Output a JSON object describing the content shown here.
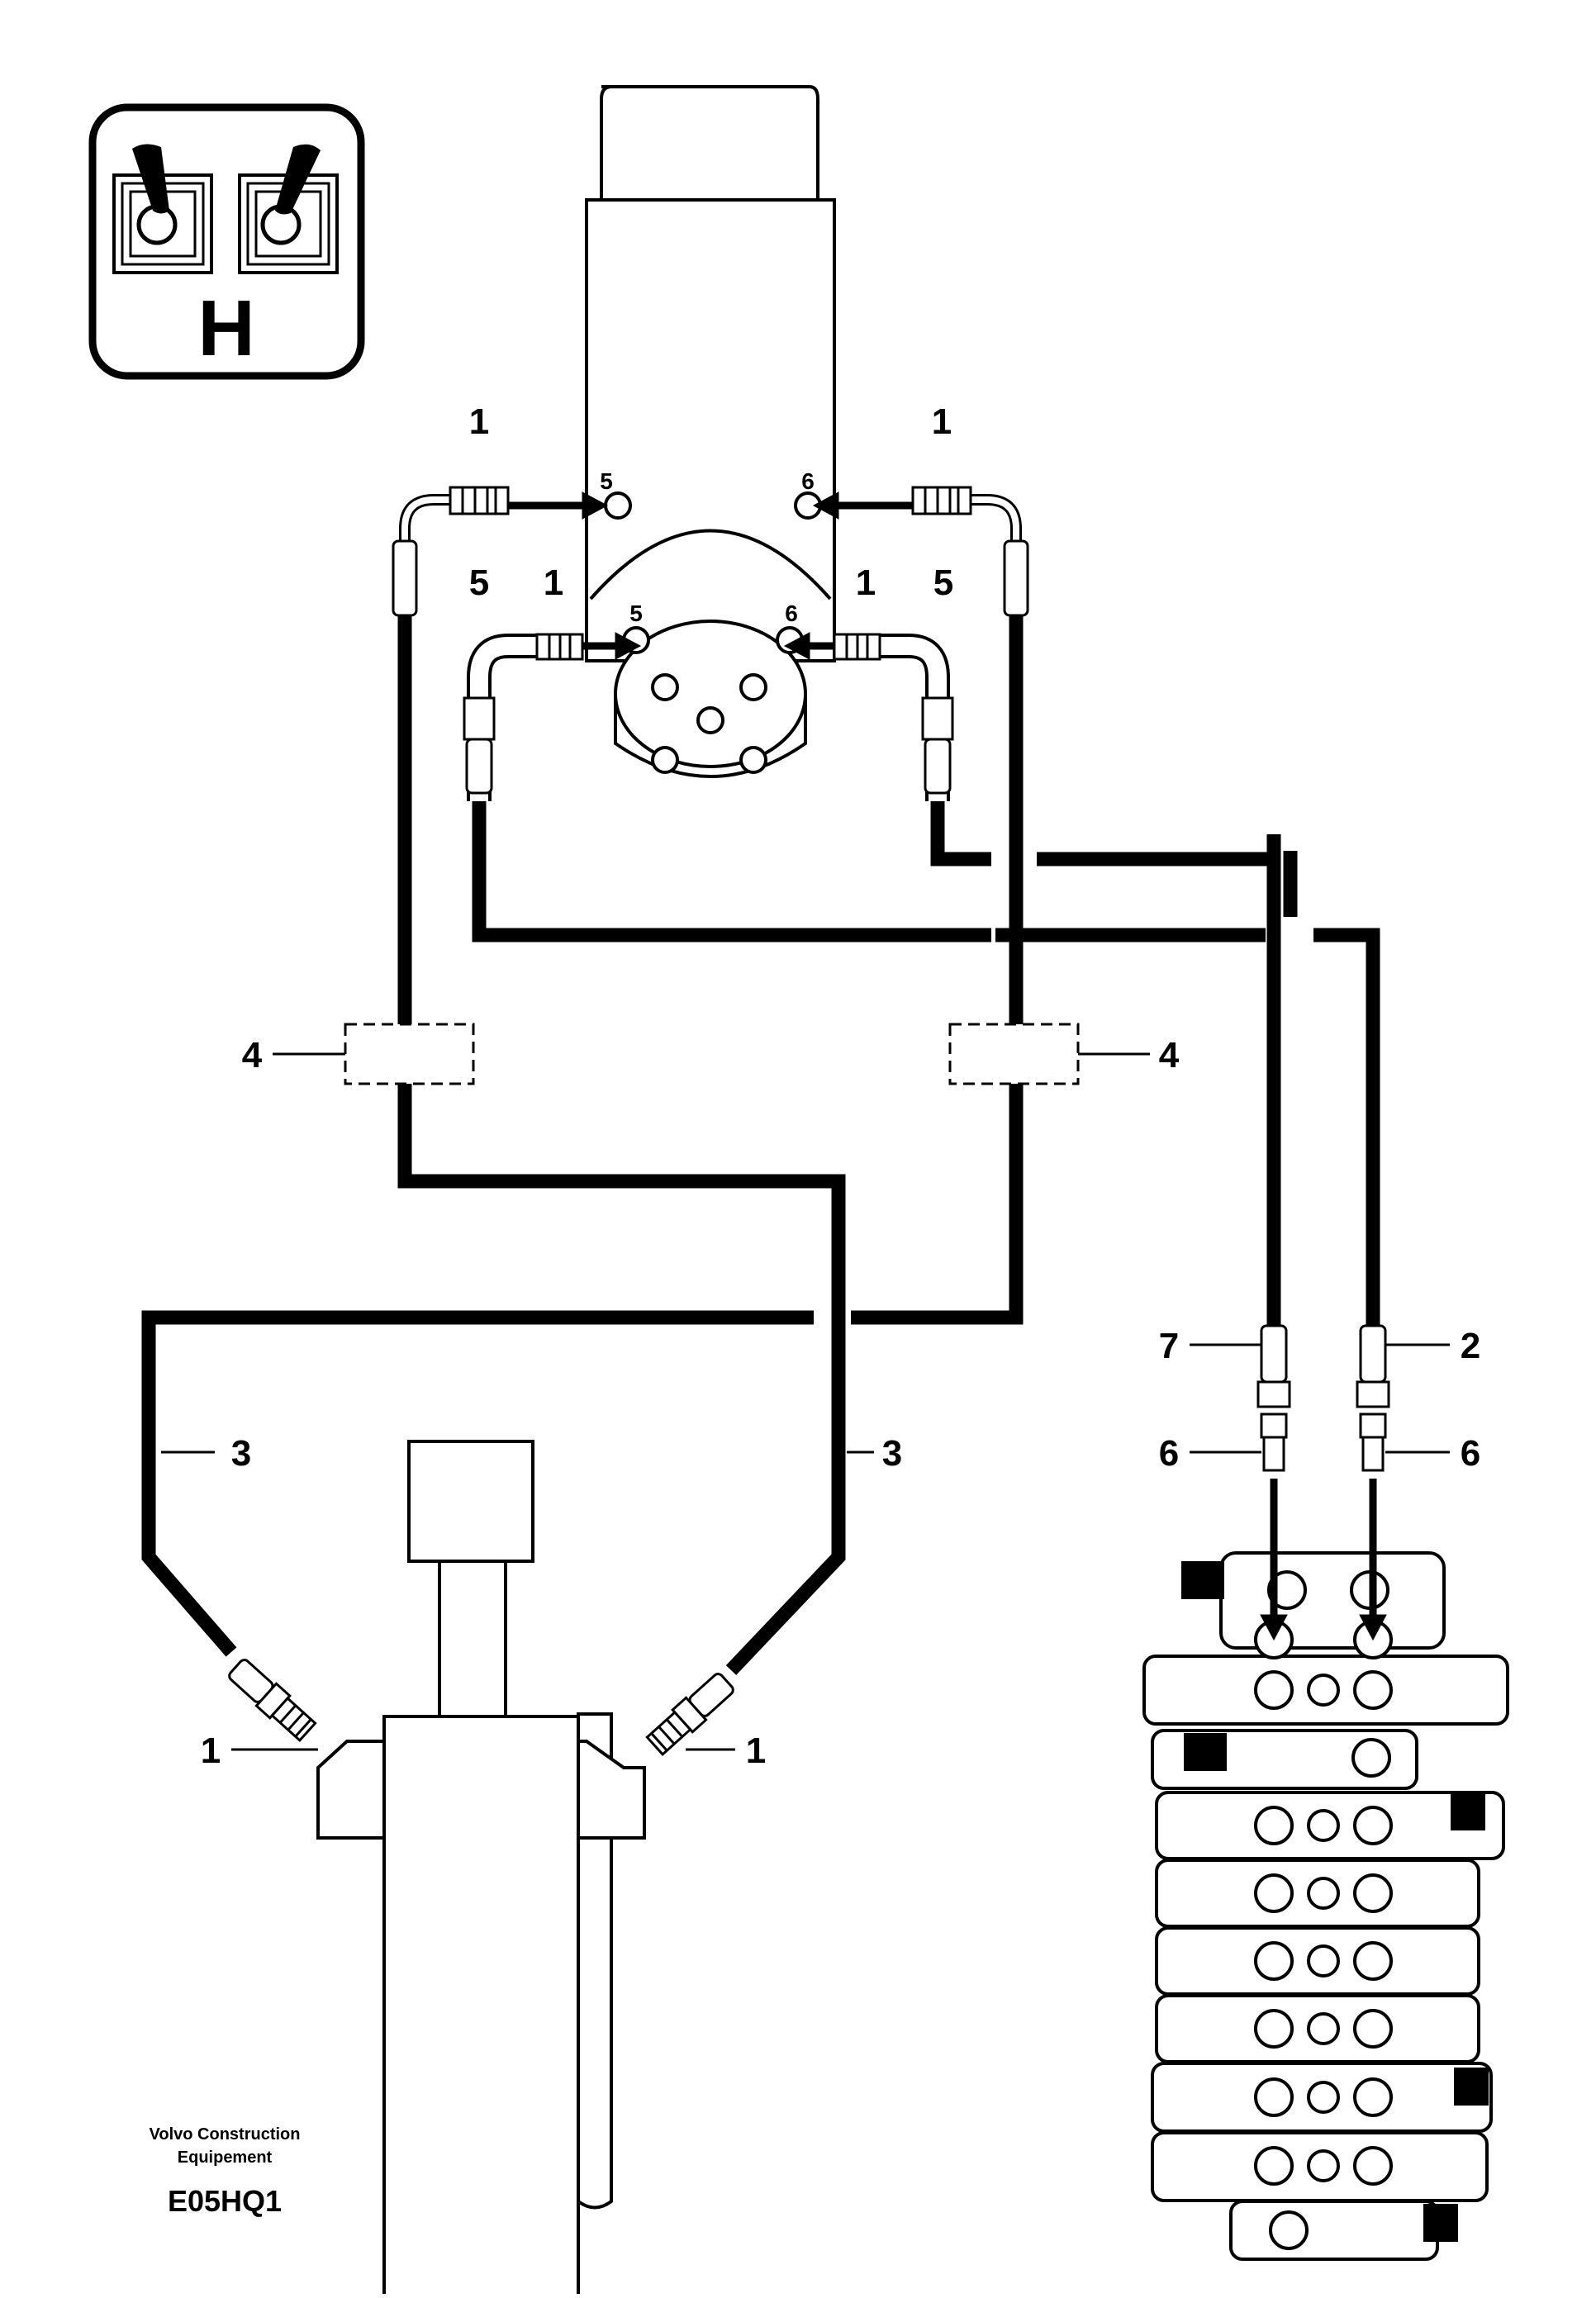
{
  "symbol": {
    "label": "H",
    "icon": "twin-joystick-control-pattern-icon"
  },
  "callouts": {
    "c1": "1",
    "c2": "2",
    "c3": "3",
    "c4": "4",
    "c5": "5",
    "c6": "6",
    "c7": "7"
  },
  "port_marks": {
    "p5": "5",
    "p6": "6"
  },
  "footer": {
    "credit_line1": "Volvo Construction",
    "credit_line2": "Equipement",
    "code": "E05HQ1"
  },
  "colors": {
    "ink": "#000000",
    "paper": "#ffffff"
  }
}
